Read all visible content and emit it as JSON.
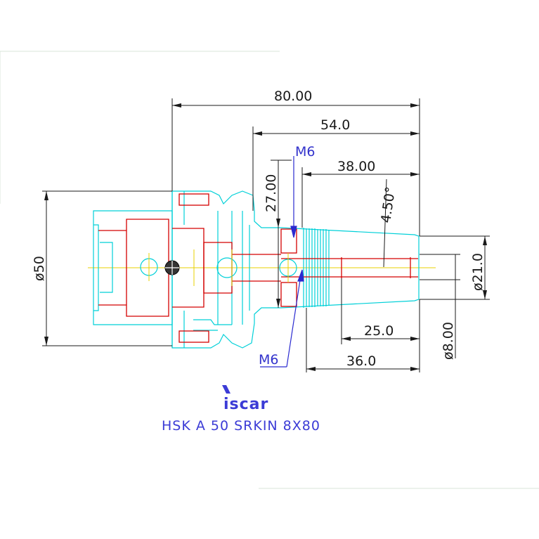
{
  "drawing": {
    "dimensions": {
      "overall_length": "80.00",
      "length_54": "54.0",
      "length_38": "38.00",
      "height_27": "27.00",
      "angle": "4.50°",
      "dia_50": "ø50",
      "dia_21": "ø21.0",
      "dia_8": "ø8.00",
      "length_25": "25.0",
      "length_36": "36.0"
    },
    "thread_top": "M6",
    "thread_bottom": "M6"
  },
  "brand": {
    "logo_text": "iscar"
  },
  "title": "HSK A 50 SRKIN 8X80",
  "colors": {
    "outline": "#00d0d8",
    "red": "#d40000",
    "yellow": "#e8d000",
    "dim": "#1a1a1a",
    "blue": "#2a2ad0",
    "frame": "#d8e4d8"
  }
}
